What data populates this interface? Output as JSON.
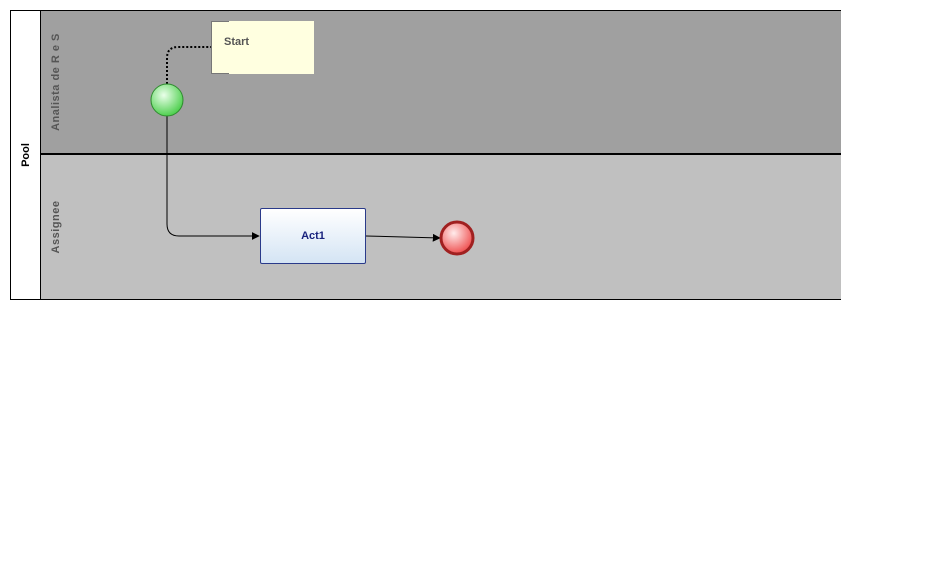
{
  "pool": {
    "label": "Pool"
  },
  "lanes": [
    {
      "label": "Analista de R e S"
    },
    {
      "label": "Assignee"
    }
  ],
  "annotation": {
    "text": "Start"
  },
  "task": {
    "label": "Act1"
  },
  "colors": {
    "lane_top": "#a0a0a0",
    "lane_bottom": "#c0c0c0",
    "start_event": "#66dd66",
    "end_event": "#ee6666",
    "task_border": "#2a3a8a",
    "task_text": "#1a237e",
    "annotation_fill": "#ffffe0"
  }
}
